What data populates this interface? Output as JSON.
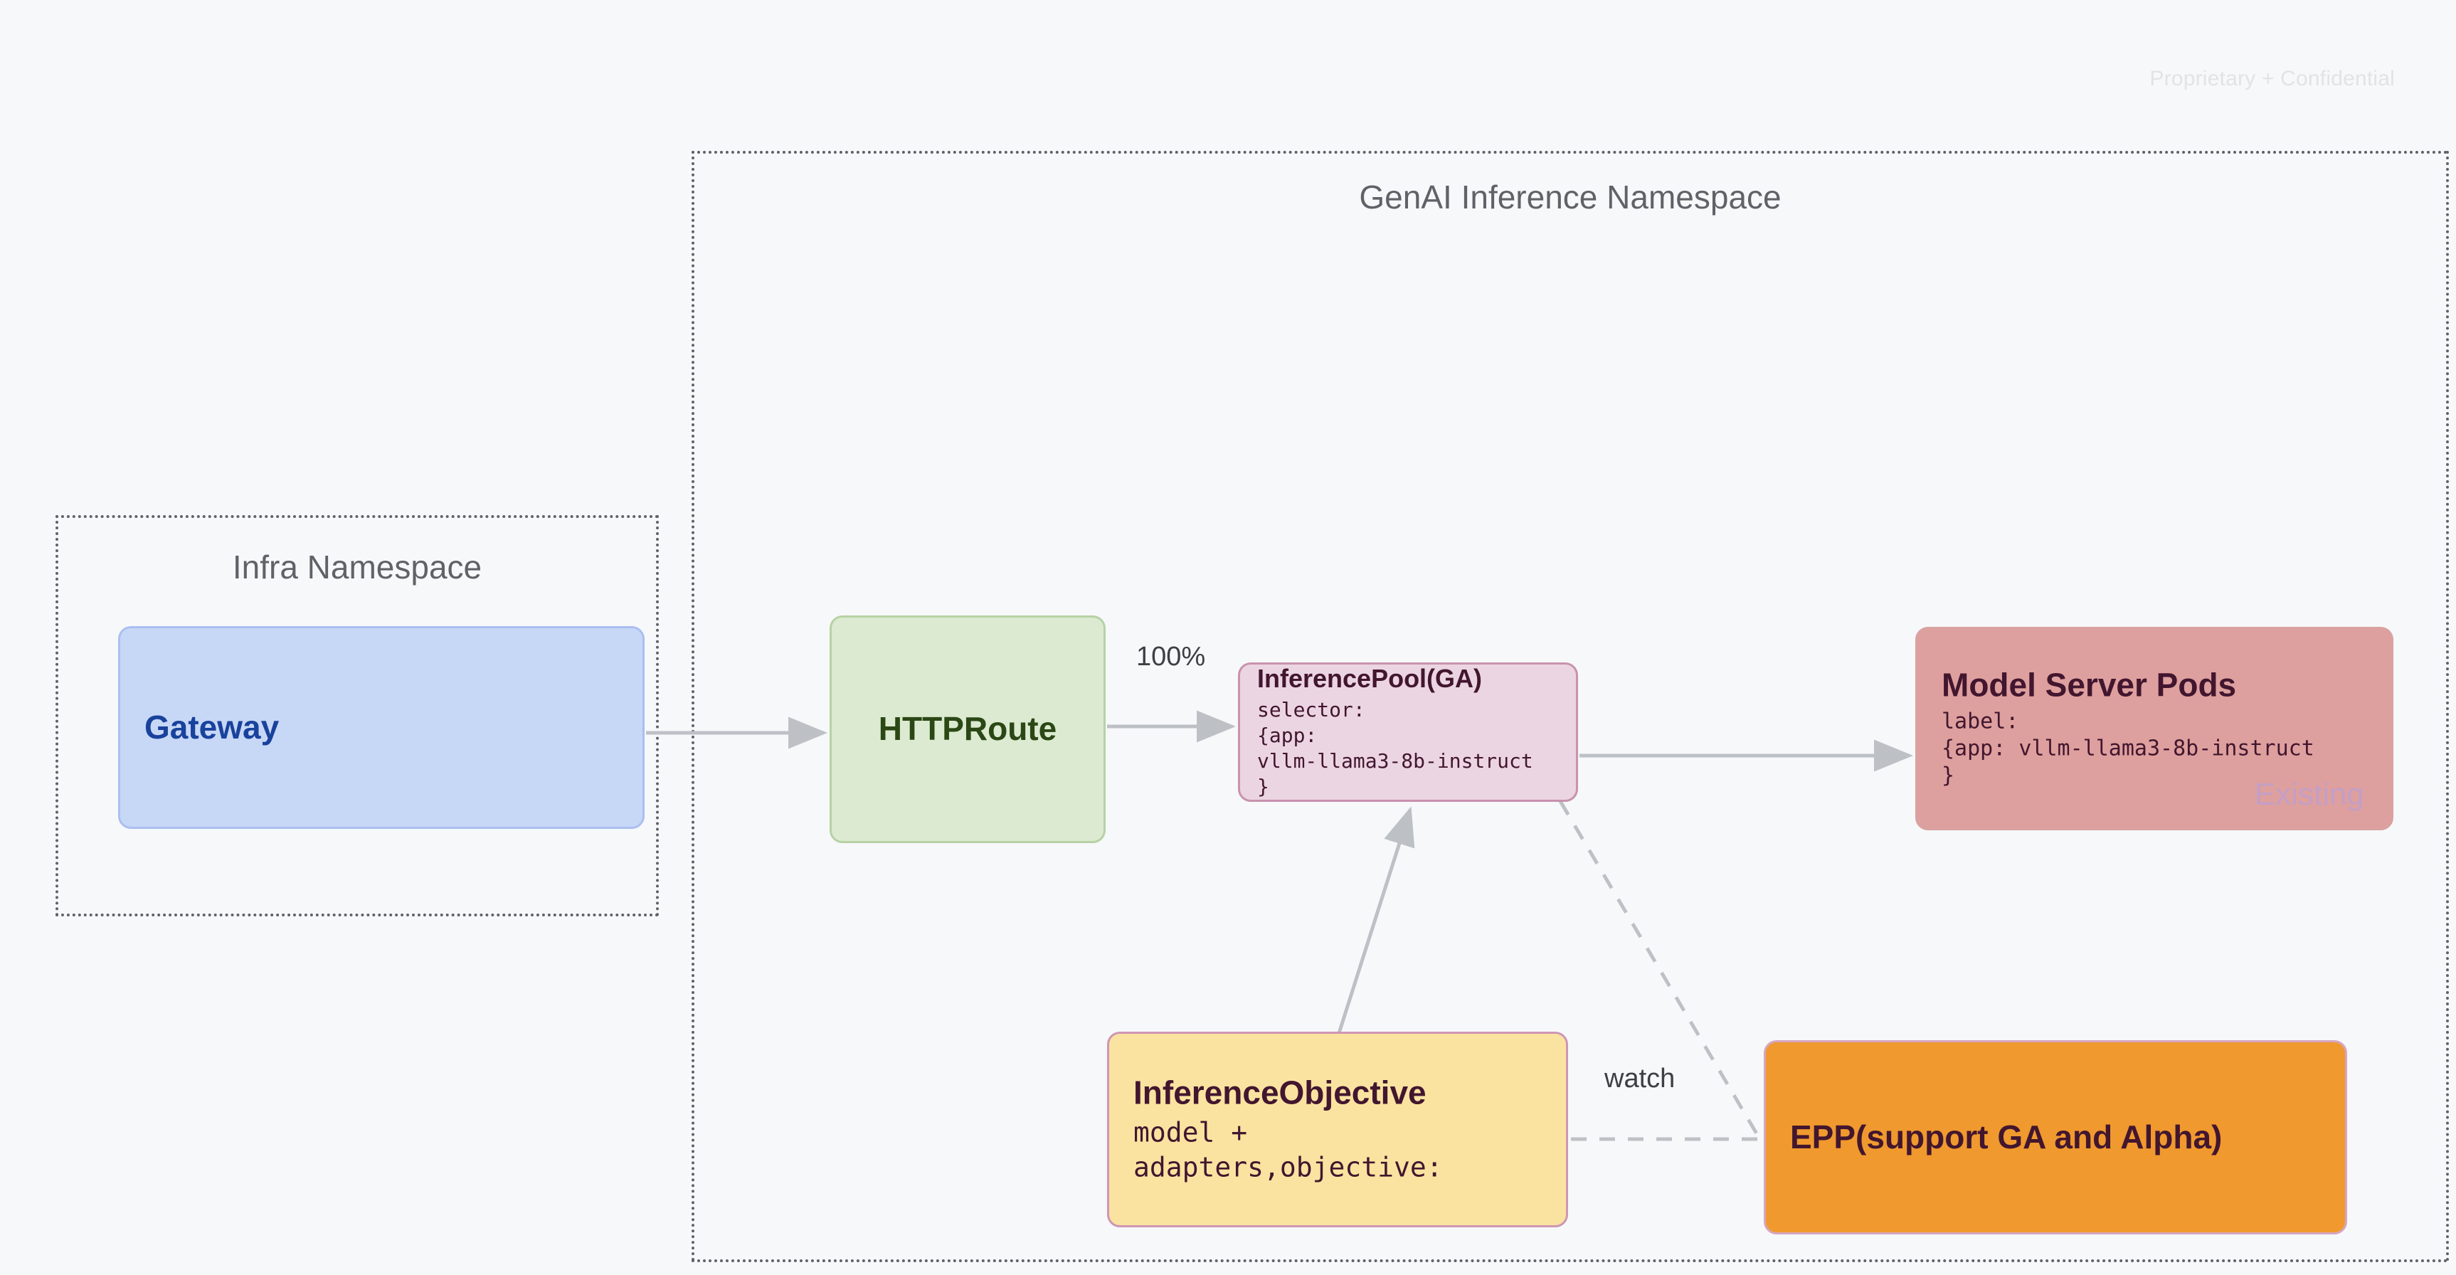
{
  "page": {
    "confidential_notice": "Proprietary + Confidential",
    "background_color": "#f7f8fa"
  },
  "namespaces": [
    {
      "id": "infra",
      "title": "Infra Namespace",
      "border_style": "dotted",
      "border_color": "#5f6368"
    },
    {
      "id": "genai",
      "title": "GenAI Inference Namespace",
      "border_style": "dotted",
      "border_color": "#5f6368"
    }
  ],
  "nodes": {
    "gateway": {
      "title": "Gateway",
      "fill": "#c7d7f6",
      "stroke": "#aabff0",
      "text_color": "#18429c"
    },
    "httproute": {
      "title": "HTTPRoute",
      "fill": "#dbead0",
      "stroke": "#b6d2a5",
      "text_color": "#2b4715"
    },
    "inferencepool": {
      "title": "InferencePool(GA)",
      "body": "selector:\n{app:\nvllm-llama3-8b-instruct\n}",
      "fill": "#ecd5e2",
      "stroke": "#c892ad",
      "text_color": "#42162f"
    },
    "modelpods": {
      "title": "Model Server Pods",
      "body": "label:\n{app: vllm-llama3-8b-instruct\n}",
      "watermark": "Existing",
      "fill": "#dea09e",
      "stroke": "#d8a2a0",
      "text_color": "#42162f",
      "watermark_color": "#c49ec6"
    },
    "inferenceobjective": {
      "title": "InferenceObjective",
      "body": "model +\nadapters,objective:",
      "fill": "#fae3a0",
      "stroke": "#ce96b4",
      "text_color": "#42162f"
    },
    "epp": {
      "title": "EPP(support GA and Alpha)",
      "fill": "#f0992e",
      "stroke": "#d6a6c0",
      "text_color": "#42162f"
    }
  },
  "edges": [
    {
      "id": "gateway-to-httproute",
      "from": "gateway",
      "to": "httproute",
      "label": "",
      "style": "solid",
      "color": "#bdc1c6"
    },
    {
      "id": "httproute-to-inferencepool",
      "from": "httproute",
      "to": "inferencepool",
      "label": "100%",
      "style": "solid",
      "color": "#bdc1c6"
    },
    {
      "id": "inferencepool-to-modelpods",
      "from": "inferencepool",
      "to": "modelpods",
      "label": "",
      "style": "solid",
      "color": "#bdc1c6"
    },
    {
      "id": "inferenceobjective-to-inferencepool",
      "from": "inferenceobjective",
      "to": "inferencepool",
      "label": "",
      "style": "solid",
      "color": "#bdc1c6"
    },
    {
      "id": "inferencepool-to-epp",
      "from": "inferencepool",
      "to": "epp",
      "label": "",
      "style": "dashed",
      "color": "#bdc1c6"
    },
    {
      "id": "inferenceobjective-to-epp",
      "from": "inferenceobjective",
      "to": "epp",
      "label": "watch",
      "style": "dashed",
      "color": "#bdc1c6"
    }
  ],
  "edge_labels": {
    "percent": "100%",
    "watch": "watch"
  }
}
